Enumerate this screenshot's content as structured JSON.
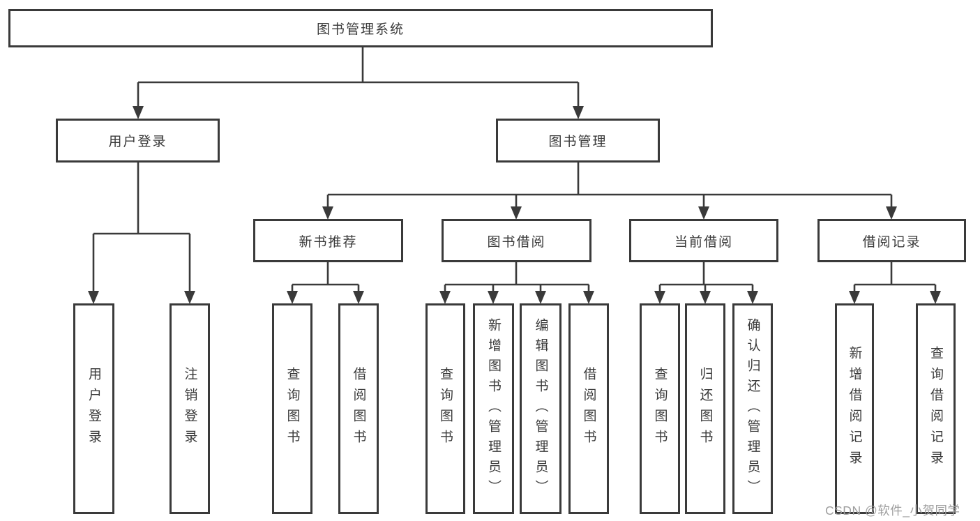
{
  "diagram": {
    "root": {
      "label": "图书管理系统"
    },
    "branches": [
      {
        "label": "用户登录",
        "children": [
          {
            "label": "用户登录"
          },
          {
            "label": "注销登录"
          }
        ]
      },
      {
        "label": "图书管理",
        "children": [
          {
            "label": "新书推荐",
            "children": [
              {
                "label": "查询图书"
              },
              {
                "label": "借阅图书"
              }
            ]
          },
          {
            "label": "图书借阅",
            "children": [
              {
                "label": "查询图书"
              },
              {
                "label": "新增图书（管理员）"
              },
              {
                "label": "编辑图书（管理员）"
              },
              {
                "label": "借阅图书"
              }
            ]
          },
          {
            "label": "当前借阅",
            "children": [
              {
                "label": "查询图书"
              },
              {
                "label": "归还图书"
              },
              {
                "label": "确认归还（管理员）"
              }
            ]
          },
          {
            "label": "借阅记录",
            "children": [
              {
                "label": "新增借阅记录"
              },
              {
                "label": "查询借阅记录"
              }
            ]
          }
        ]
      }
    ]
  },
  "watermark": {
    "text": "CSDN @软件_小贺同学"
  },
  "colors": {
    "line": "#3a3a3a",
    "text": "#3a3a3a",
    "box_background": "#ffffff",
    "watermark": "#9e9e9e"
  }
}
